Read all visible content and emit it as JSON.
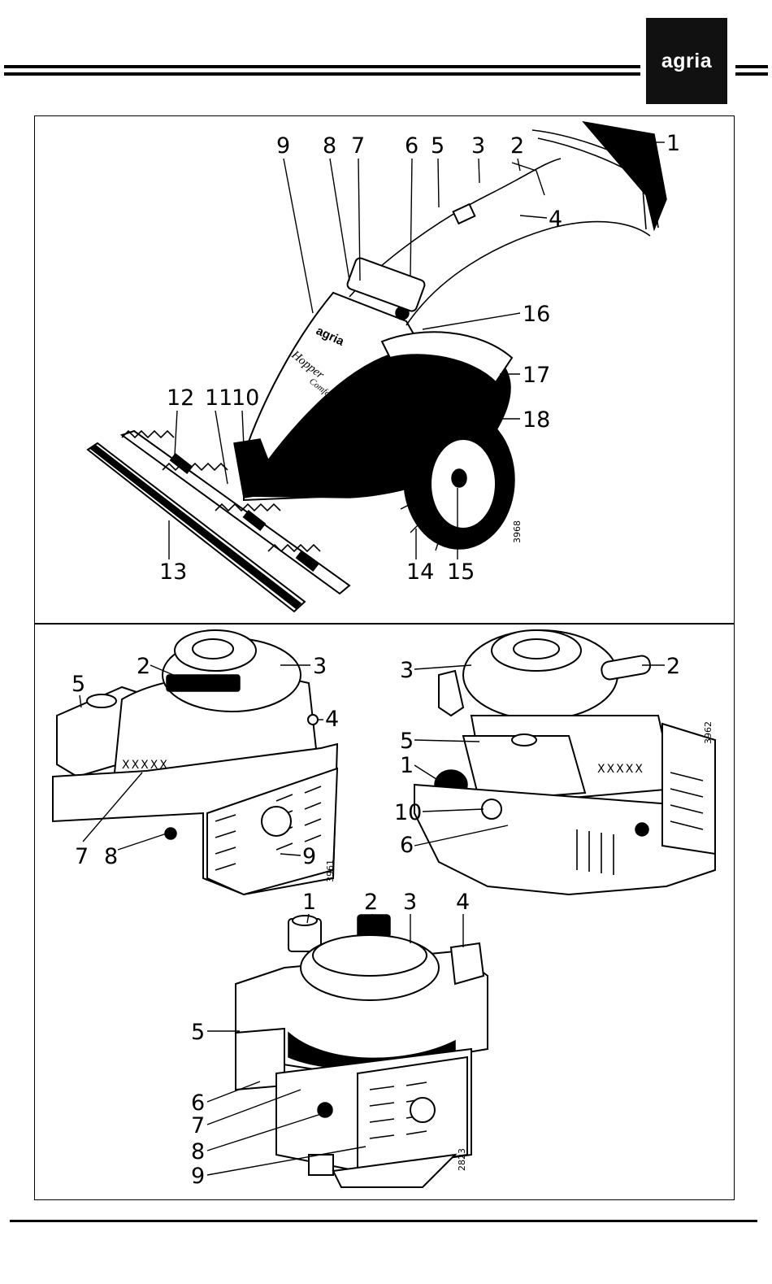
{
  "header": {
    "brand": "agria"
  },
  "figure_mower": {
    "code": "3968",
    "machine_brand": "agria",
    "machine_model": "Hopper",
    "machine_variant": "Comfort",
    "callouts": [
      "1",
      "2",
      "3",
      "4",
      "5",
      "6",
      "7",
      "8",
      "9",
      "10",
      "11",
      "12",
      "13",
      "14",
      "15",
      "16",
      "17",
      "18"
    ]
  },
  "figure_engine_a": {
    "code": "3961",
    "nameplate": "XXXXX",
    "callouts": [
      "2",
      "3",
      "4",
      "5",
      "7",
      "8",
      "9"
    ]
  },
  "figure_engine_b": {
    "code": "3962",
    "nameplate": "XXXXX",
    "callouts": [
      "2",
      "3",
      "5",
      "1",
      "10",
      "6"
    ]
  },
  "figure_engine_c": {
    "code": "2823",
    "callouts": [
      "1",
      "2",
      "3",
      "4",
      "5",
      "6",
      "7",
      "8",
      "9"
    ]
  }
}
